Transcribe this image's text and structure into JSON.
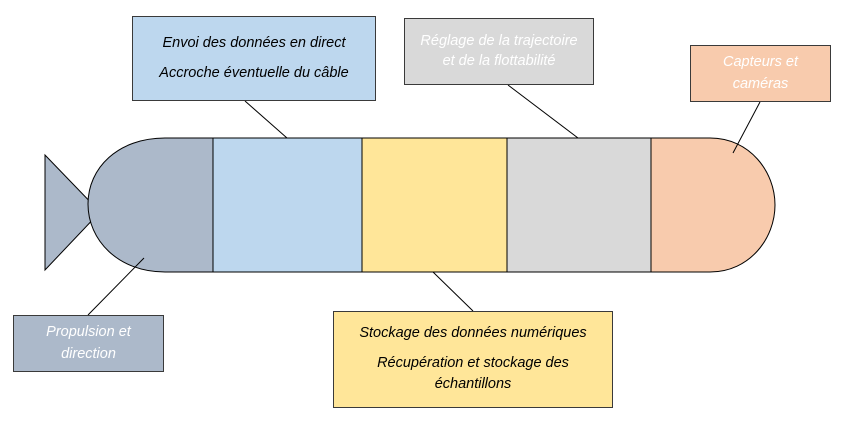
{
  "diagram": {
    "title": "",
    "labels": {
      "communication": {
        "line1": "Envoi des données en direct",
        "line2": "Accroche éventuelle du câble"
      },
      "trajectory": {
        "line1": "Réglage de la trajectoire",
        "line2": "et de la flottabilité"
      },
      "sensors": {
        "line1": "Capteurs et",
        "line2": "caméras"
      },
      "propulsion": {
        "line1": "Propulsion et",
        "line2": "direction"
      },
      "storage": {
        "line1": "Stockage des données numériques",
        "line2": "Récupération et stockage des",
        "line3": "échantillons"
      }
    },
    "colors": {
      "propulsion_section": "#acb9ca",
      "communication_section": "#bdd7ee",
      "storage_section": "#ffe699",
      "trajectory_section": "#d9d9d9",
      "sensors_section": "#f8cbad",
      "outline": "#000000"
    }
  }
}
